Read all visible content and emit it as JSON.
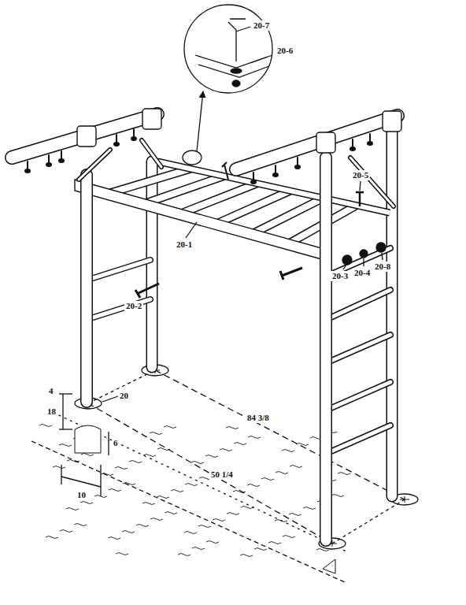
{
  "diagram": {
    "labels": [
      "20-7",
      "20-6",
      "20-5",
      "20-1",
      "20-2",
      "20-3",
      "20-4",
      "20-8",
      "20",
      "84 3/8",
      "4",
      "18",
      "6",
      "10",
      "50 1/4"
    ]
  }
}
